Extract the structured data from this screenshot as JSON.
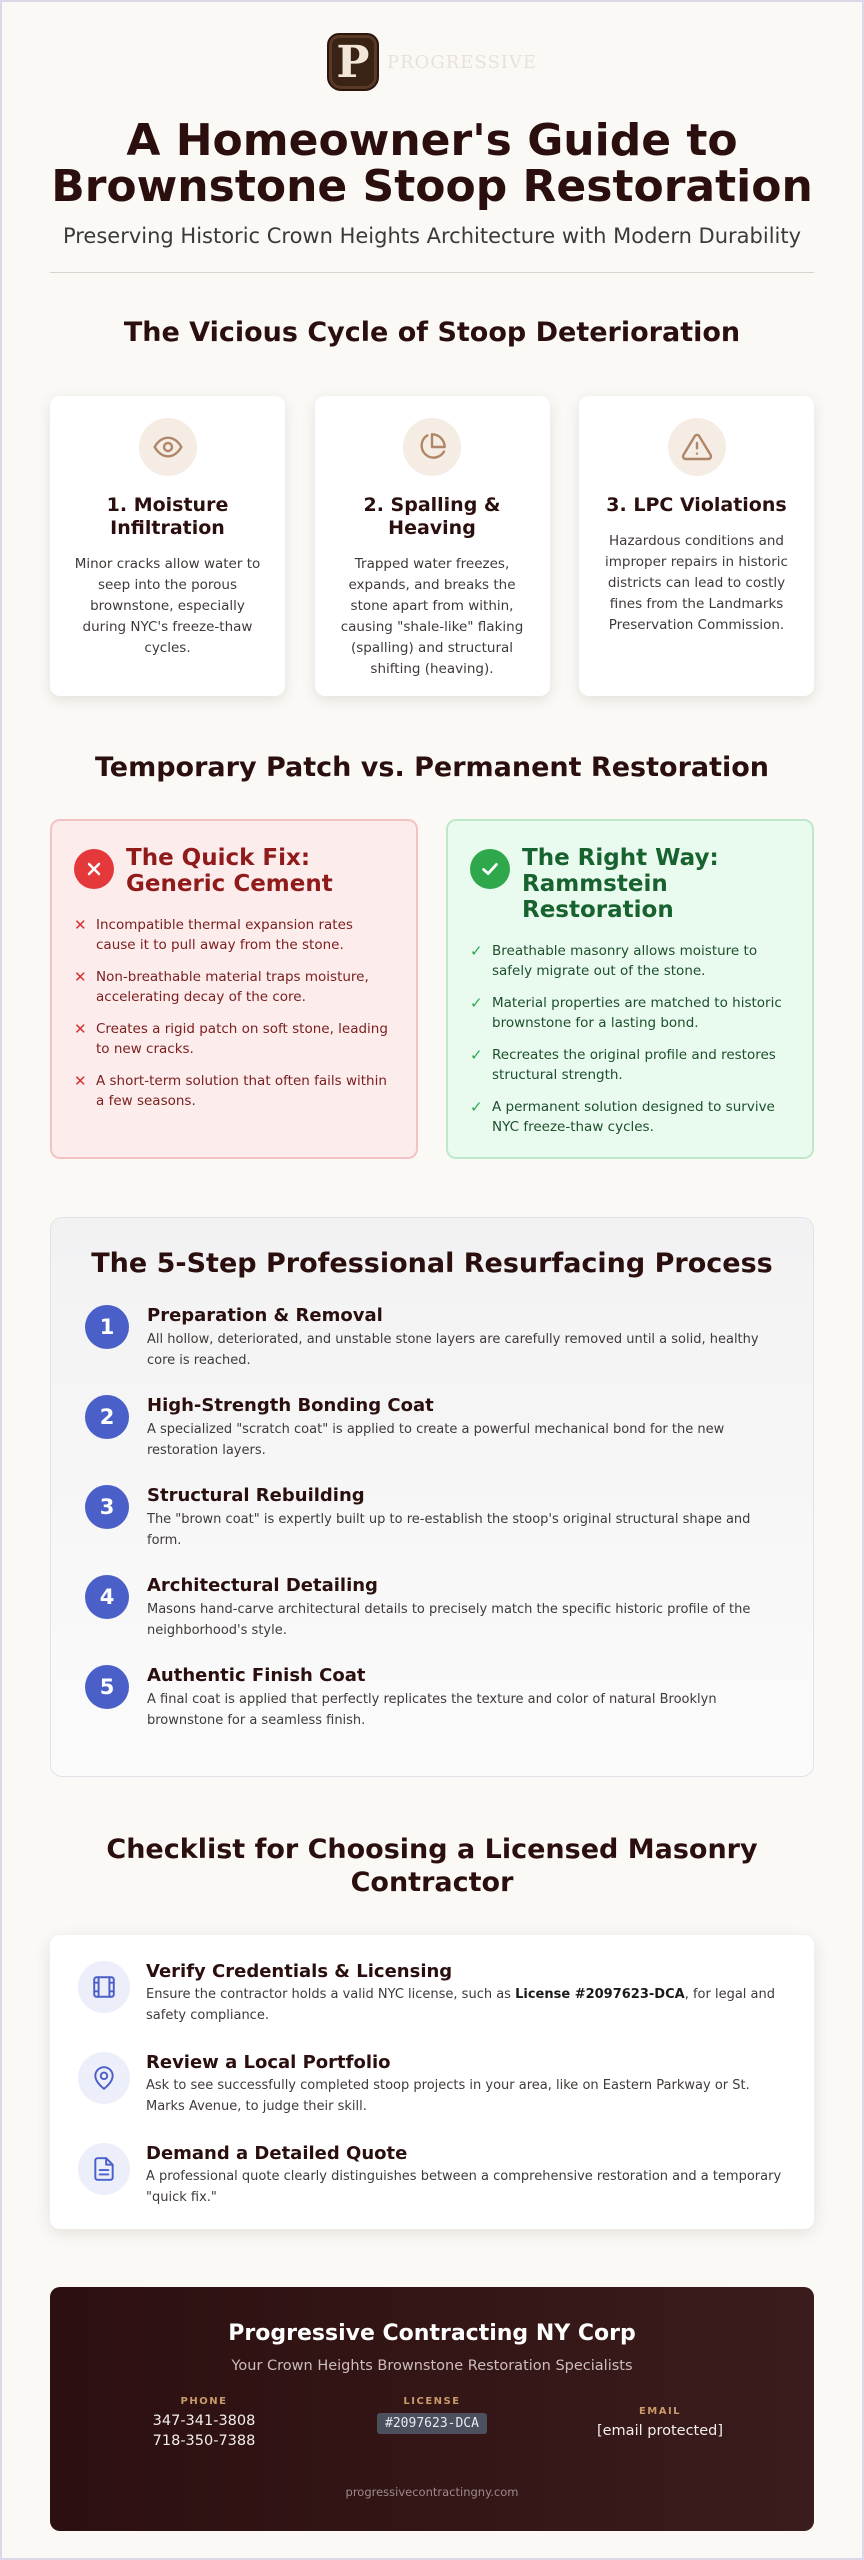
{
  "header": {
    "logo_letter": "P",
    "logo_text": "PROGRESSIVE",
    "title_line1": "A Homeowner's Guide to",
    "title_line2": "Brownstone Stoop Restoration",
    "subtitle": "Preserving Historic Crown Heights Architecture with Modern Durability"
  },
  "cycle": {
    "title": "The Vicious Cycle of Stoop Deterioration",
    "cards": [
      {
        "icon": "eye-icon",
        "title": "1. Moisture Infiltration",
        "text": "Minor cracks allow water to seep into the porous brownstone, especially during NYC's freeze-thaw cycles."
      },
      {
        "icon": "pie-chart-icon",
        "title": "2. Spalling & Heaving",
        "text": "Trapped water freezes, expands, and breaks the stone apart from within, causing \"shale-like\" flaking (spalling) and structural shifting (heaving)."
      },
      {
        "icon": "warning-icon",
        "title": "3. LPC Violations",
        "text": "Hazardous conditions and improper repairs in historic districts can lead to costly fines from the Landmarks Preservation Commission."
      }
    ]
  },
  "compare": {
    "title": "Temporary Patch vs. Permanent Restoration",
    "bad": {
      "title": "The Quick Fix: Generic Cement",
      "mark": "✕",
      "items": [
        "Incompatible thermal expansion rates cause it to pull away from the stone.",
        "Non-breathable material traps moisture, accelerating decay of the core.",
        "Creates a rigid patch on soft stone, leading to new cracks.",
        "A short-term solution that often fails within a few seasons."
      ]
    },
    "good": {
      "title": "The Right Way: Rammstein Restoration",
      "mark": "✓",
      "items": [
        "Breathable masonry allows moisture to safely migrate out of the stone.",
        "Material properties are matched to historic brownstone for a lasting bond.",
        "Recreates the original profile and restores structural strength.",
        "A permanent solution designed to survive NYC freeze-thaw cycles."
      ]
    }
  },
  "process": {
    "title": "The 5-Step Professional Resurfacing Process",
    "steps": [
      {
        "num": "1",
        "title": "Preparation & Removal",
        "text": "All hollow, deteriorated, and unstable stone layers are carefully removed until a solid, healthy core is reached."
      },
      {
        "num": "2",
        "title": "High-Strength Bonding Coat",
        "text": "A specialized \"scratch coat\" is applied to create a powerful mechanical bond for the new restoration layers."
      },
      {
        "num": "3",
        "title": "Structural Rebuilding",
        "text": "The \"brown coat\" is expertly built up to re-establish the stoop's original structural shape and form."
      },
      {
        "num": "4",
        "title": "Architectural Detailing",
        "text": "Masons hand-carve architectural details to precisely match the specific historic profile of the neighborhood's style."
      },
      {
        "num": "5",
        "title": "Authentic Finish Coat",
        "text": "A final coat is applied that perfectly replicates the texture and color of natural Brooklyn brownstone for a seamless finish."
      }
    ]
  },
  "checklist": {
    "title": "Checklist for Choosing a Licensed Masonry Contractor",
    "items": [
      {
        "icon": "id-card-icon",
        "title": "Verify Credentials & Licensing",
        "text_before": "Ensure the contractor holds a valid NYC license, such as ",
        "text_bold": "License #2097623-DCA",
        "text_after": ", for legal and safety compliance."
      },
      {
        "icon": "location-pin-icon",
        "title": "Review a Local Portfolio",
        "text_before": "Ask to see successfully completed stoop projects in your area, like on Eastern Parkway or St. Marks Avenue, to judge their skill.",
        "text_bold": "",
        "text_after": ""
      },
      {
        "icon": "document-icon",
        "title": "Demand a Detailed Quote",
        "text_before": "A professional quote clearly distinguishes between a comprehensive restoration and a temporary \"quick fix.\"",
        "text_bold": "",
        "text_after": ""
      }
    ]
  },
  "footer": {
    "name": "Progressive Contracting NY Corp",
    "tagline": "Your Crown Heights Brownstone Restoration Specialists",
    "phone_label": "PHONE",
    "phone1": "347-341-3808",
    "phone2": "718-350-7388",
    "license_label": "LICENSE",
    "license": "#2097623-DCA",
    "email_label": "EMAIL",
    "email": "[email protected]",
    "website": "progressivecontractingny.com"
  },
  "colors": {
    "title": "#2b0f0f",
    "accent_blue": "#4a5fc7",
    "bad_red": "#e5383b",
    "good_green": "#2ea84a",
    "footer_bg": "#2c0f10"
  }
}
